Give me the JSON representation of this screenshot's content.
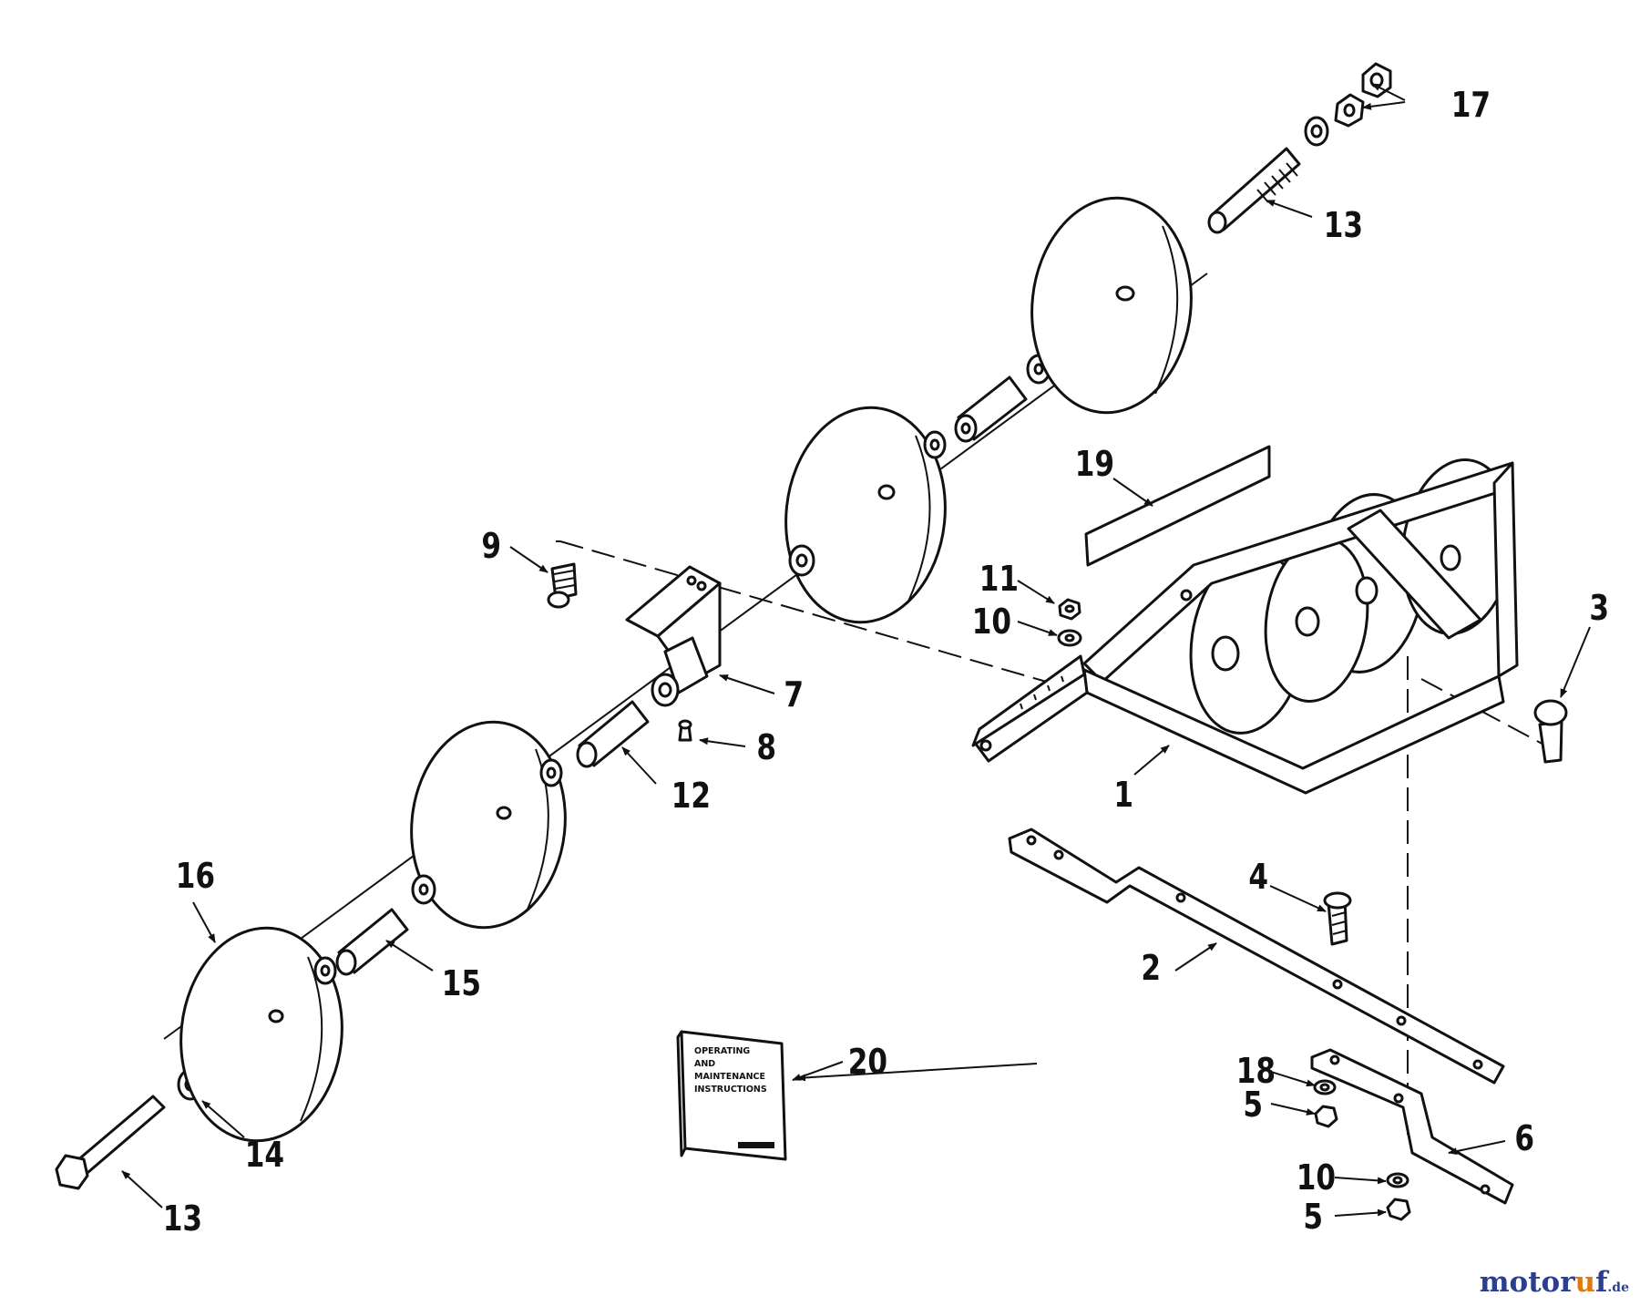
{
  "callouts": {
    "c1": "1",
    "c2": "2",
    "c3": "3",
    "c4": "4",
    "c5a": "5",
    "c5b": "5",
    "c6": "6",
    "c7": "7",
    "c8": "8",
    "c9": "9",
    "c10a": "10",
    "c10b": "10",
    "c11": "11",
    "c12": "12",
    "c13a": "13",
    "c13b": "13",
    "c14": "14",
    "c15": "15",
    "c16": "16",
    "c17": "17",
    "c18": "18",
    "c19": "19",
    "c20": "20"
  },
  "manual": {
    "line1": "OPERATING",
    "line2": "AND",
    "line3": "MAINTENANCE",
    "line4": "INSTRUCTIONS"
  },
  "watermark": {
    "part1": "motor",
    "part2": "u",
    "part3": "f",
    "suffix": ".de"
  }
}
